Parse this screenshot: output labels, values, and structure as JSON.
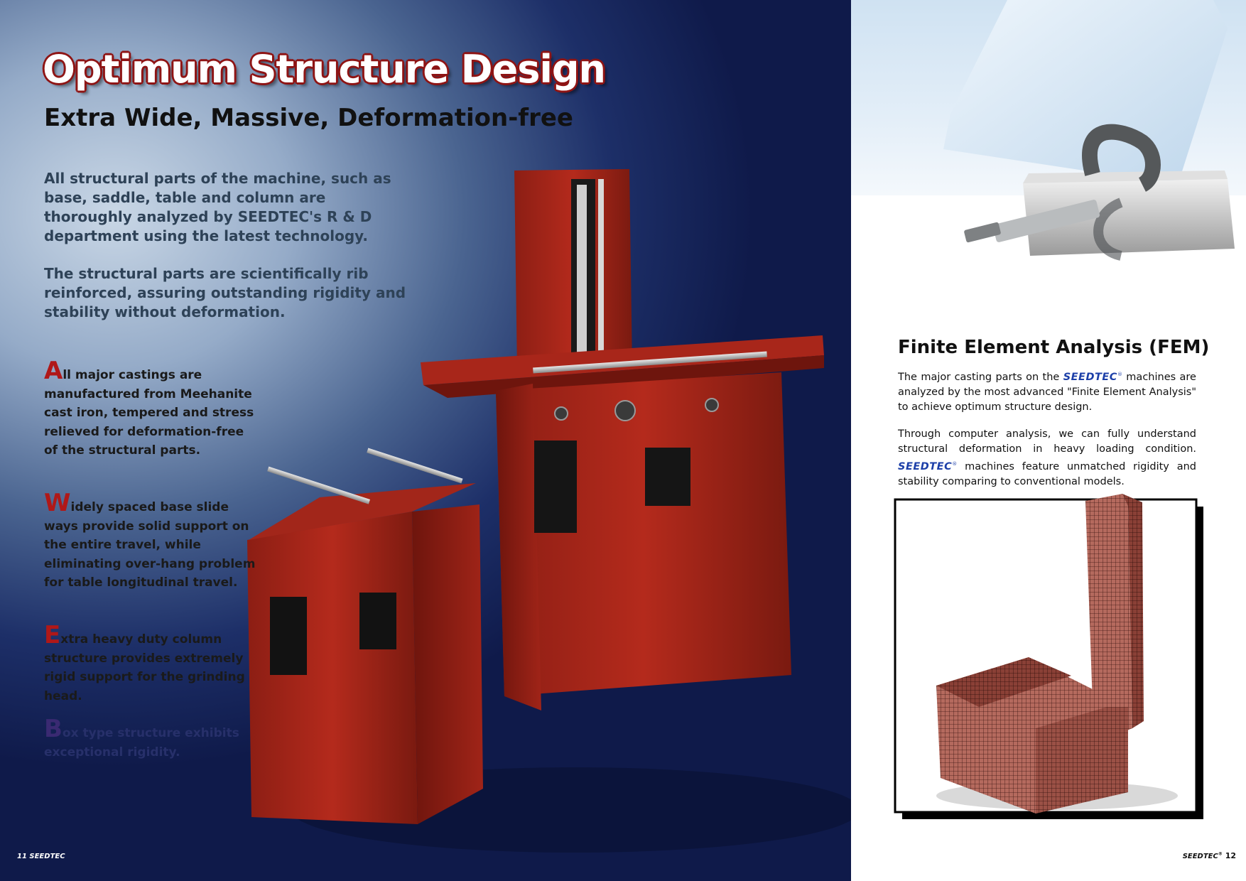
{
  "left": {
    "title": "Optimum Structure Design",
    "subtitle": "Extra Wide, Massive, Deformation-free",
    "intro": [
      "All structural parts of the machine, such as base, saddle, table and column are thoroughly analyzed by SEEDTEC's R & D department using the latest technology.",
      "The structural parts are scientifically rib reinforced, assuring outstanding rigidity and stability without deformation."
    ],
    "features": [
      {
        "cap": "A",
        "text": "ll major castings are manufactured from Meehanite cast iron, tempered and stress relieved for deformation-free of the structural parts."
      },
      {
        "cap": "W",
        "text": "idely spaced base slide ways provide solid support on the entire travel, while eliminating over-hang problem for table longitudinal travel."
      },
      {
        "cap": "E",
        "text": "xtra heavy duty column structure provides extremely rigid support for the grinding head."
      },
      {
        "cap": "B",
        "text": "ox type structure exhibits exceptional rigidity."
      }
    ],
    "folio": "11 SEEDTEC"
  },
  "right": {
    "fem_title": "Finite Element Analysis (FEM)",
    "p1_before": "The major casting parts on the ",
    "brand": "SEEDTEC",
    "p1_after": " machines are analyzed by the most advanced \"Finite Element Analysis\" to achieve optimum structure design.",
    "p2_before": "Through computer analysis, we can fully understand structural deformation in heavy loading condition. ",
    "p2_after": " machines feature unmatched rigidity and stability comparing to conventional models.",
    "folio_brand": "SEEDTEC",
    "folio_num": "12"
  },
  "colors": {
    "title_outline": "#8e1414",
    "cap_red": "#b01818",
    "casting_red": "#b42a1c",
    "brand_blue": "#1c3fa8"
  }
}
